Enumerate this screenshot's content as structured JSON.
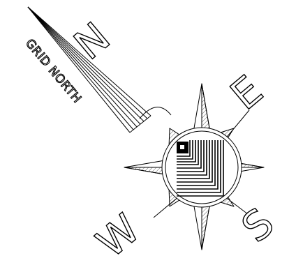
{
  "diagram": {
    "grid_north_label": "GRID NORTH",
    "directions": {
      "north": "N",
      "east": "E",
      "south": "S",
      "west": "W"
    },
    "colors": {
      "ink": "#000000",
      "paper": "#ffffff"
    }
  }
}
